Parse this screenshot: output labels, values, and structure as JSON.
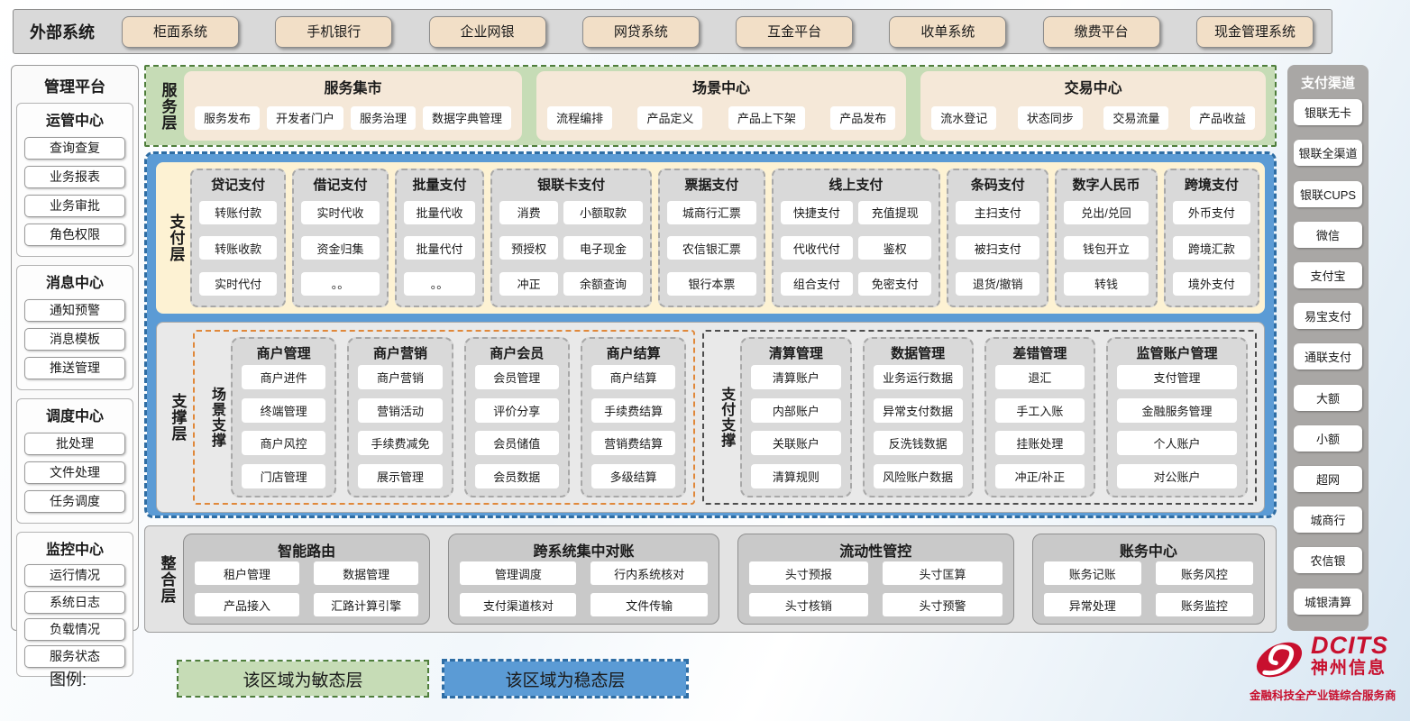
{
  "external_systems": {
    "label": "外部系统",
    "items": [
      "柜面系统",
      "手机银行",
      "企业网银",
      "网贷系统",
      "互金平台",
      "收单系统",
      "缴费平台",
      "现金管理系统"
    ]
  },
  "management_platform": {
    "title": "管理平台",
    "sections": [
      {
        "title": "运管中心",
        "items": [
          "查询查复",
          "业务报表",
          "业务审批",
          "角色权限"
        ]
      },
      {
        "title": "消息中心",
        "items": [
          "通知预警",
          "消息模板",
          "推送管理"
        ]
      },
      {
        "title": "调度中心",
        "items": [
          "批处理",
          "文件处理",
          "任务调度"
        ]
      },
      {
        "title": "监控中心",
        "items": [
          "运行情况",
          "系统日志",
          "负载情况",
          "服务状态"
        ]
      }
    ]
  },
  "payment_channels": {
    "title": "支付渠道",
    "items": [
      "银联无卡",
      "银联全渠道",
      "银联CUPS",
      "微信",
      "支付宝",
      "易宝支付",
      "通联支付",
      "大额",
      "小额",
      "超网",
      "城商行",
      "农信银",
      "城银清算"
    ]
  },
  "service_layer": {
    "label": "服务层",
    "groups": [
      {
        "title": "服务集市",
        "items": [
          "服务发布",
          "开发者门户",
          "服务治理",
          "数据字典管理"
        ]
      },
      {
        "title": "场景中心",
        "items": [
          "流程编排",
          "产品定义",
          "产品上下架",
          "产品发布"
        ]
      },
      {
        "title": "交易中心",
        "items": [
          "流水登记",
          "状态同步",
          "交易流量",
          "产品收益"
        ]
      }
    ]
  },
  "payment_layer": {
    "label": "支付层",
    "groups": [
      {
        "title": "贷记支付",
        "items": [
          "转账付款",
          "转账收款",
          "实时代付"
        ]
      },
      {
        "title": "借记支付",
        "items": [
          "实时代收",
          "资金归集",
          "。。"
        ]
      },
      {
        "title": "批量支付",
        "items": [
          "批量代收",
          "批量代付",
          "。。"
        ]
      },
      {
        "title": "银联卡支付",
        "items": [
          "消费",
          "小额取款",
          "预授权",
          "电子现金",
          "冲正",
          "余额查询"
        ]
      },
      {
        "title": "票据支付",
        "items": [
          "城商行汇票",
          "农信银汇票",
          "银行本票"
        ]
      },
      {
        "title": "线上支付",
        "items": [
          "快捷支付",
          "充值提现",
          "代收代付",
          "鉴权",
          "组合支付",
          "免密支付"
        ]
      },
      {
        "title": "条码支付",
        "items": [
          "主扫支付",
          "被扫支付",
          "退货/撤销"
        ]
      },
      {
        "title": "数字人民币",
        "items": [
          "兑出/兑回",
          "钱包开立",
          "转钱"
        ]
      },
      {
        "title": "跨境支付",
        "items": [
          "外币支付",
          "跨境汇款",
          "境外支付"
        ]
      }
    ]
  },
  "support_layer": {
    "label": "支撑层",
    "scene_support": {
      "label": "场景支撑",
      "groups": [
        {
          "title": "商户管理",
          "items": [
            "商户进件",
            "终端管理",
            "商户风控",
            "门店管理"
          ]
        },
        {
          "title": "商户营销",
          "items": [
            "商户营销",
            "营销活动",
            "手续费减免",
            "展示管理"
          ]
        },
        {
          "title": "商户会员",
          "items": [
            "会员管理",
            "评价分享",
            "会员储值",
            "会员数据"
          ]
        },
        {
          "title": "商户结算",
          "items": [
            "商户结算",
            "手续费结算",
            "营销费结算",
            "多级结算"
          ]
        }
      ]
    },
    "payment_support": {
      "label": "支付支撑",
      "groups": [
        {
          "title": "清算管理",
          "items": [
            "清算账户",
            "内部账户",
            "关联账户",
            "清算规则"
          ]
        },
        {
          "title": "数据管理",
          "items": [
            "业务运行数据",
            "异常支付数据",
            "反洗钱数据",
            "风险账户数据"
          ]
        },
        {
          "title": "差错管理",
          "items": [
            "退汇",
            "手工入账",
            "挂账处理",
            "冲正/补正"
          ]
        },
        {
          "title": "监管账户管理",
          "items": [
            "支付管理",
            "金融服务管理",
            "个人账户",
            "对公账户"
          ]
        }
      ]
    }
  },
  "integration_layer": {
    "label": "整合层",
    "groups": [
      {
        "title": "智能路由",
        "items": [
          "租户管理",
          "数据管理",
          "产品接入",
          "汇路计算引擎"
        ]
      },
      {
        "title": "跨系统集中对账",
        "items": [
          "管理调度",
          "行内系统核对",
          "支付渠道核对",
          "文件传输"
        ]
      },
      {
        "title": "流动性管控",
        "items": [
          "头寸预报",
          "头寸匡算",
          "头寸核销",
          "头寸预警"
        ]
      },
      {
        "title": "账务中心",
        "items": [
          "账务记账",
          "账务风控",
          "异常处理",
          "账务监控"
        ]
      }
    ]
  },
  "legend": {
    "label": "图例:",
    "agile_label": "该区域为敏态层",
    "stable_label": "该区域为稳态层"
  },
  "logo": {
    "brand": "DCITS",
    "company": "神州信息",
    "tagline": "金融科技全产业链综合服务商"
  },
  "colors": {
    "agile_green": "#c6dcb6",
    "agile_border": "#4f7e3c",
    "stable_blue": "#5b9bd5",
    "stable_border": "#2e6da4",
    "payment_cream": "#fdf2d3",
    "panel_tan": "#f5e8d8",
    "group_gray": "#d9d9d9",
    "scene_orange": "#e0883a",
    "brand_red": "#c8102e"
  }
}
